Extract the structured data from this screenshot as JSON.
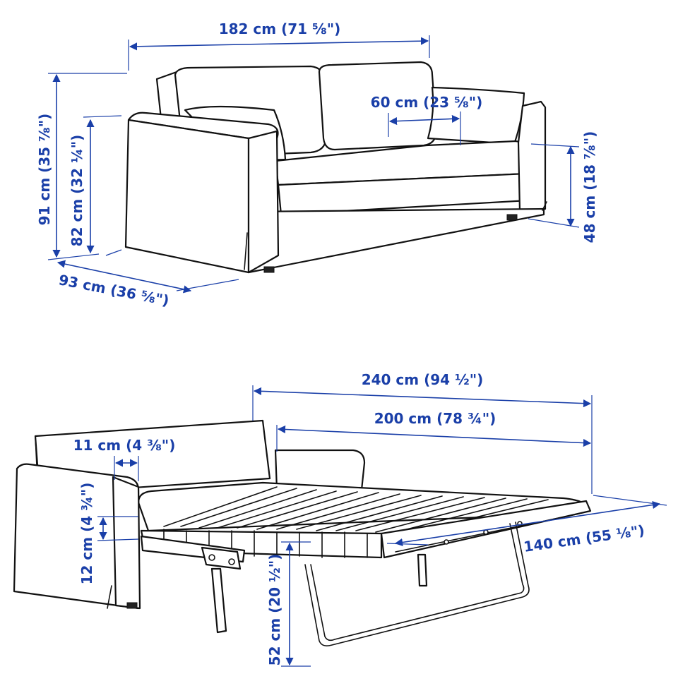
{
  "sofa": {
    "width_label": "182 cm (71 ⅝\")",
    "seat_depth_label": "60 cm (23 ⅝\")",
    "total_height_label": "91 cm (35 ⅞\")",
    "armrest_height_label": "82 cm (32 ¼\")",
    "seat_height_label": "48 cm (18 ⅞\")",
    "depth_label": "93 cm (36 ⅝\")"
  },
  "bed": {
    "total_length_label": "240 cm (94 ½\")",
    "mattress_length_label": "200 cm (78 ¾\")",
    "back_gap_label": "11 cm (4 ⅜\")",
    "mattress_thickness_label": "12 cm (4 ¾\")",
    "width_label": "140 cm (55 ⅛\")",
    "bed_height_label": "52 cm (20 ½\")"
  },
  "colors": {
    "dimension": "#1a3fa8",
    "line_art": "#111111"
  }
}
